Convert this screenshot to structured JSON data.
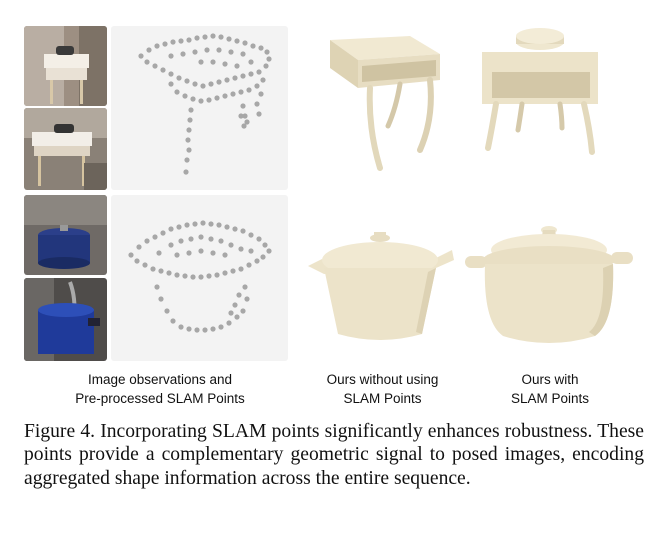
{
  "figure": {
    "labels": {
      "col1_line1": "Image observations and",
      "col1_line2": "Pre-processed SLAM Points",
      "col2_line1": "Ours without using",
      "col2_line2": "SLAM Points",
      "col3_line1": "Ours with",
      "col3_line2": "SLAM Points"
    },
    "caption": "Figure 4. Incorporating SLAM points significantly enhances robustness. These points provide a complementary geometric signal to posed images, encoding aggregated shape information across the entire sequence."
  },
  "colors": {
    "model": "#ece3c9",
    "model_shade": "#d9ceb0",
    "point": "#a7a7a7",
    "cloud_bg": "#f3f3f3"
  }
}
